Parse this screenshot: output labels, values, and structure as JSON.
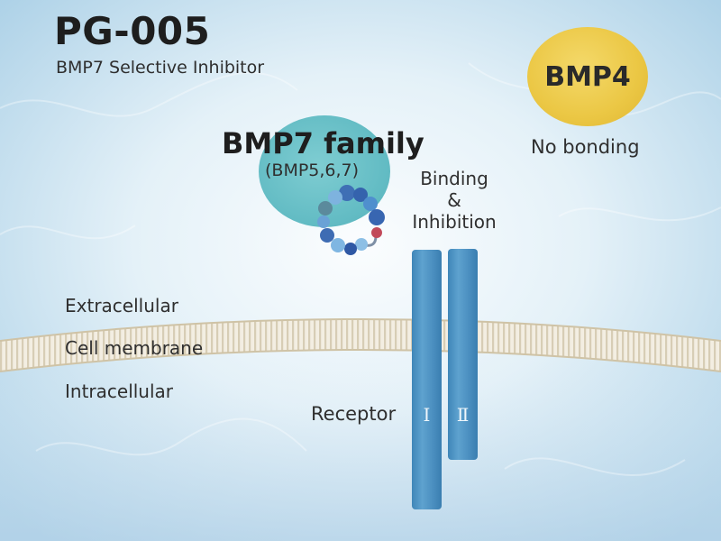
{
  "header": {
    "title": "PG-005",
    "subtitle": "BMP7 Selective Inhibitor"
  },
  "bmp4": {
    "label": "BMP4",
    "note": "No bonding"
  },
  "bmp7": {
    "title": "BMP7 family",
    "subtitle": "(BMP5,6,7)"
  },
  "binding": {
    "line1": "Binding",
    "line2": "&",
    "line3": "Inhibition"
  },
  "regions": {
    "extracellular": "Extracellular",
    "membrane": "Cell membrane",
    "intracellular": "Intracellular"
  },
  "receptor": {
    "label": "Receptor",
    "type1": "Ⅰ",
    "type2": "Ⅱ"
  },
  "colors": {
    "bmp4": "#ebc744",
    "bmp7": "#63bcc4",
    "receptor": "#4b8fc0",
    "membrane": "#e4dcc8"
  }
}
